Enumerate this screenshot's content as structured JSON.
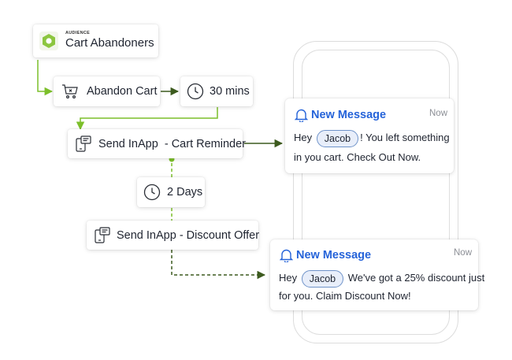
{
  "audience": {
    "label": "AUDIENCE",
    "name": "Cart Abandoners"
  },
  "nodes": {
    "abandon_cart": "Abandon Cart",
    "wait_30": "30 mins",
    "send_inapp_1": "Send InApp  - Cart Reminder",
    "wait_2days": "2 Days",
    "send_inapp_2": "Send InApp - Discount Offer"
  },
  "messages": [
    {
      "title": "New Message",
      "time": "Now",
      "greeting": "Hey",
      "name": "Jacob",
      "line1_rest": "! You left something",
      "line2": "in you cart. Check Out Now."
    },
    {
      "title": "New Message",
      "time": "Now",
      "greeting": "Hey",
      "name": "Jacob",
      "line1_rest": "We've got a 25% discount just",
      "line2": "for you. Claim Discount Now!"
    }
  ],
  "colors": {
    "flow_line": "#7cbf2a",
    "arrow": "#3c5a1e",
    "accent_blue": "#2563d9",
    "audience_icon": "#8cc63f"
  },
  "icons": [
    "audience-logo-icon",
    "cart-icon",
    "clock-icon",
    "inapp-message-icon",
    "bell-icon"
  ]
}
